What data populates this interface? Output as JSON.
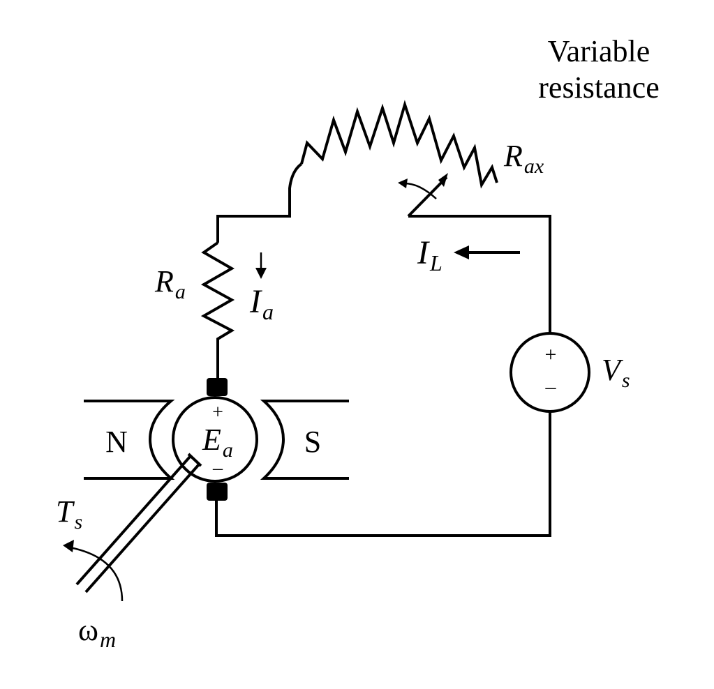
{
  "labels": {
    "variable_resistance_line1": "Variable",
    "variable_resistance_line2": "resistance",
    "r_ax_main": "R",
    "r_ax_sub": "ax",
    "r_a_main": "R",
    "r_a_sub": "a",
    "i_a_main": "I",
    "i_a_sub": "a",
    "i_l_main": "I",
    "i_l_sub": "L",
    "v_s_main": "V",
    "v_s_sub": "s",
    "e_a_main": "E",
    "e_a_sub": "a",
    "t_s_main": "T",
    "t_s_sub": "s",
    "omega_main": "ω",
    "omega_sub": "m",
    "pole_n": "N",
    "pole_s": "S",
    "plus": "+",
    "minus": "–"
  },
  "colors": {
    "ink": "#000000",
    "background": "#ffffff"
  }
}
